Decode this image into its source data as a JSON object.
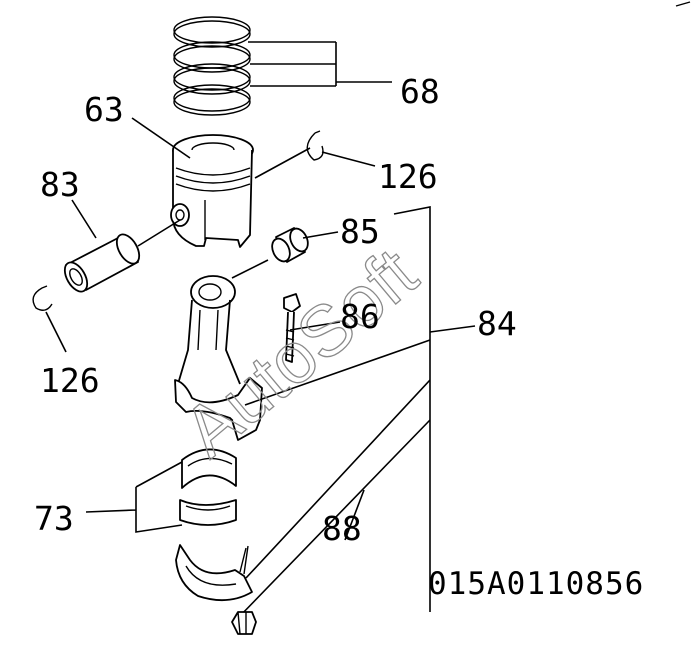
{
  "labels": {
    "piston_rings": "68",
    "piston": "63",
    "snap_ring_upper": "126",
    "piston_pin": "83",
    "bushing": "85",
    "snap_ring_lower": "126",
    "bolt": "86",
    "connecting_rod": "84",
    "bearing": "73",
    "nut": "88"
  },
  "part_code": "015A0110856",
  "watermark": "AutoSoft",
  "colors": {
    "line": "#000000",
    "watermark": "#8a8a8a",
    "background": "#ffffff"
  }
}
